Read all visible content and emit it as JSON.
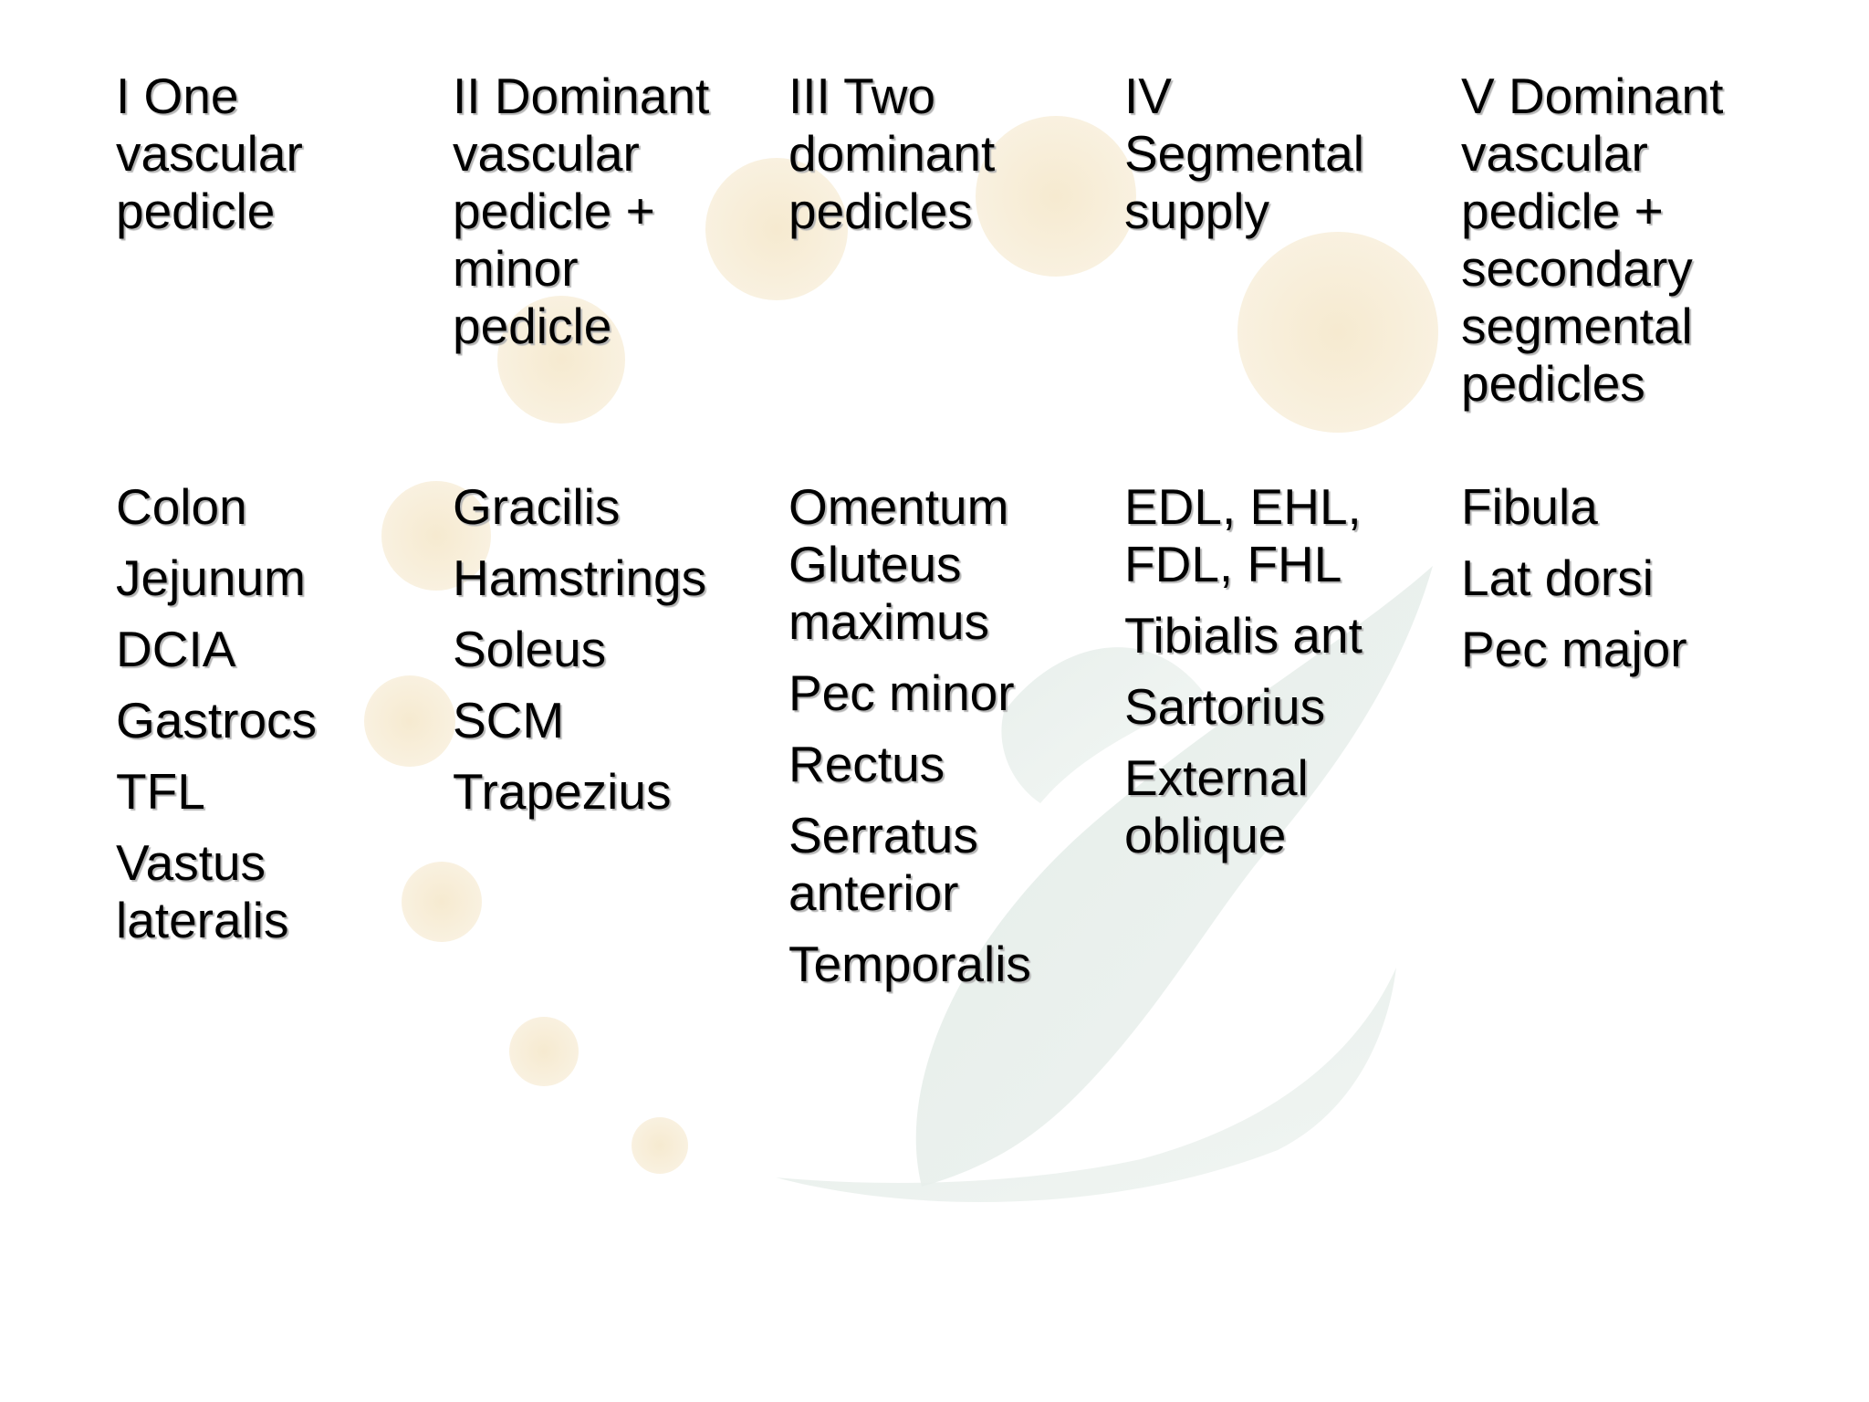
{
  "columns": [
    {
      "header": "I One\nvascular\npedicle",
      "items": [
        "Colon",
        "Jejunum",
        "DCIA",
        "Gastrocs",
        "TFL",
        "Vastus\nlateralis"
      ]
    },
    {
      "header": "II Dominant\nvascular\npedicle +\nminor\npedicle",
      "items": [
        "Gracilis",
        "Hamstrings",
        "Soleus",
        "SCM",
        "Trapezius"
      ]
    },
    {
      "header": "III Two\ndominant\npedicles",
      "items": [
        "Omentum\nGluteus\nmaximus",
        "Pec minor",
        "Rectus",
        "Serratus\nanterior",
        "Temporalis"
      ]
    },
    {
      "header": "IV\nSegmental\nsupply",
      "items": [
        "EDL, EHL,\nFDL, FHL",
        "Tibialis ant",
        "Sartorius",
        "External\noblique"
      ]
    },
    {
      "header": "V Dominant\nvascular\npedicle +\nsecondary\nsegmental\npedicles",
      "items": [
        "Fibula",
        "Lat dorsi",
        "Pec major"
      ]
    }
  ],
  "theme": {
    "background": "#ffffff",
    "circle_color": "#f7ecd2",
    "swoosh_color": "#e6eeea",
    "text_color": "#000000"
  }
}
